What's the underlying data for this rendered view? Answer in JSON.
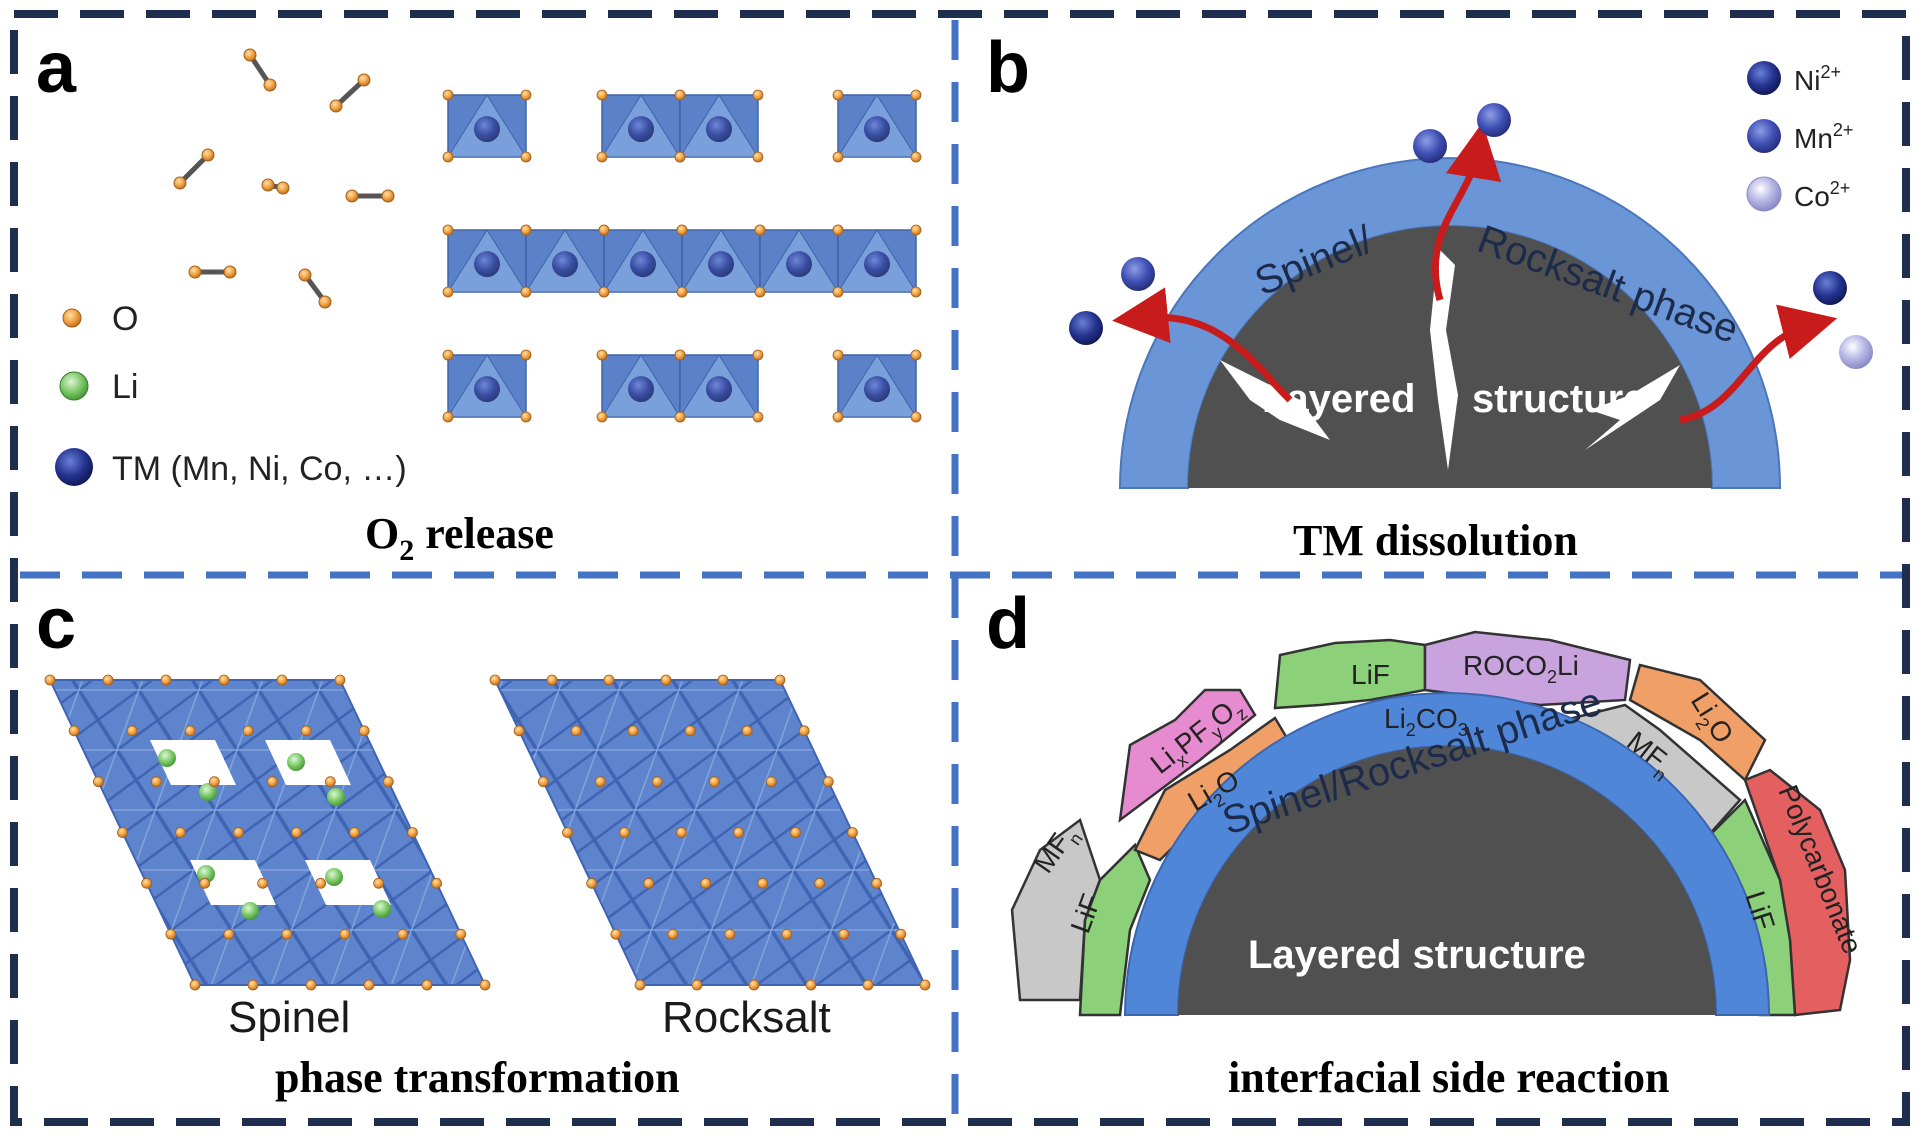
{
  "panels": {
    "a": {
      "letter": "a",
      "caption_main": "O",
      "caption_sub": "2",
      "caption_rest": " release",
      "legend": {
        "o": "O",
        "li": "Li",
        "tm": "TM (Mn, Ni, Co, …)"
      }
    },
    "b": {
      "letter": "b",
      "caption": "TM dissolution",
      "arc_left": "Spinel/",
      "arc_right": "Rocksalt phase",
      "core_left": "Layered",
      "core_right": "structure",
      "legend": {
        "ni": "Ni",
        "ni_sup": "2+",
        "mn": "Mn",
        "mn_sup": "2+",
        "co": "Co",
        "co_sup": "2+"
      }
    },
    "c": {
      "letter": "c",
      "caption": "phase transformation",
      "left_label": "Spinel",
      "right_label": "Rocksalt"
    },
    "d": {
      "letter": "d",
      "caption": "interfacial side reaction",
      "shell_label": "Spinel/Rocksalt phase",
      "core_label": "Layered structure",
      "sei": {
        "lif_top": "LiF",
        "roco2li": "ROCO",
        "roco2li_sub": "2",
        "roco2li_end": "Li",
        "lixpfyoz": "Li",
        "lixpfyoz_x": "x",
        "lixpfyoz_pf": "PF",
        "lixpfyoz_y": "y",
        "lixpfyoz_o": "O",
        "lixpfyoz_z": "z",
        "li2co3": "Li",
        "li2co3_sub": "2",
        "li2co3_end": "CO",
        "li2co3_sub2": "3",
        "li2o_left": "Li",
        "li2o_left_sub": "2",
        "li2o_left_end": "O",
        "li2o_right": "Li",
        "li2o_right_sub": "2",
        "li2o_right_end": "O",
        "mfn_center": "MF",
        "mfn_center_sub": "n",
        "mfn_left": "MF",
        "mfn_left_sub": "n",
        "lif_left": "LiF",
        "lif_right": "LiF",
        "polycarbonate": "Polycarbonate"
      }
    }
  },
  "colors": {
    "frame_navy": "#1f2d4f",
    "frame_blue": "#4472c4",
    "octa_blue": "#5b82c8",
    "shell_blue": "#6a95d6",
    "core_grey": "#505050",
    "arrow_red": "#c81c1c",
    "oxygen": "#f0a040",
    "lithium": "#7ccf6a",
    "tm": "#1a2a8a"
  }
}
